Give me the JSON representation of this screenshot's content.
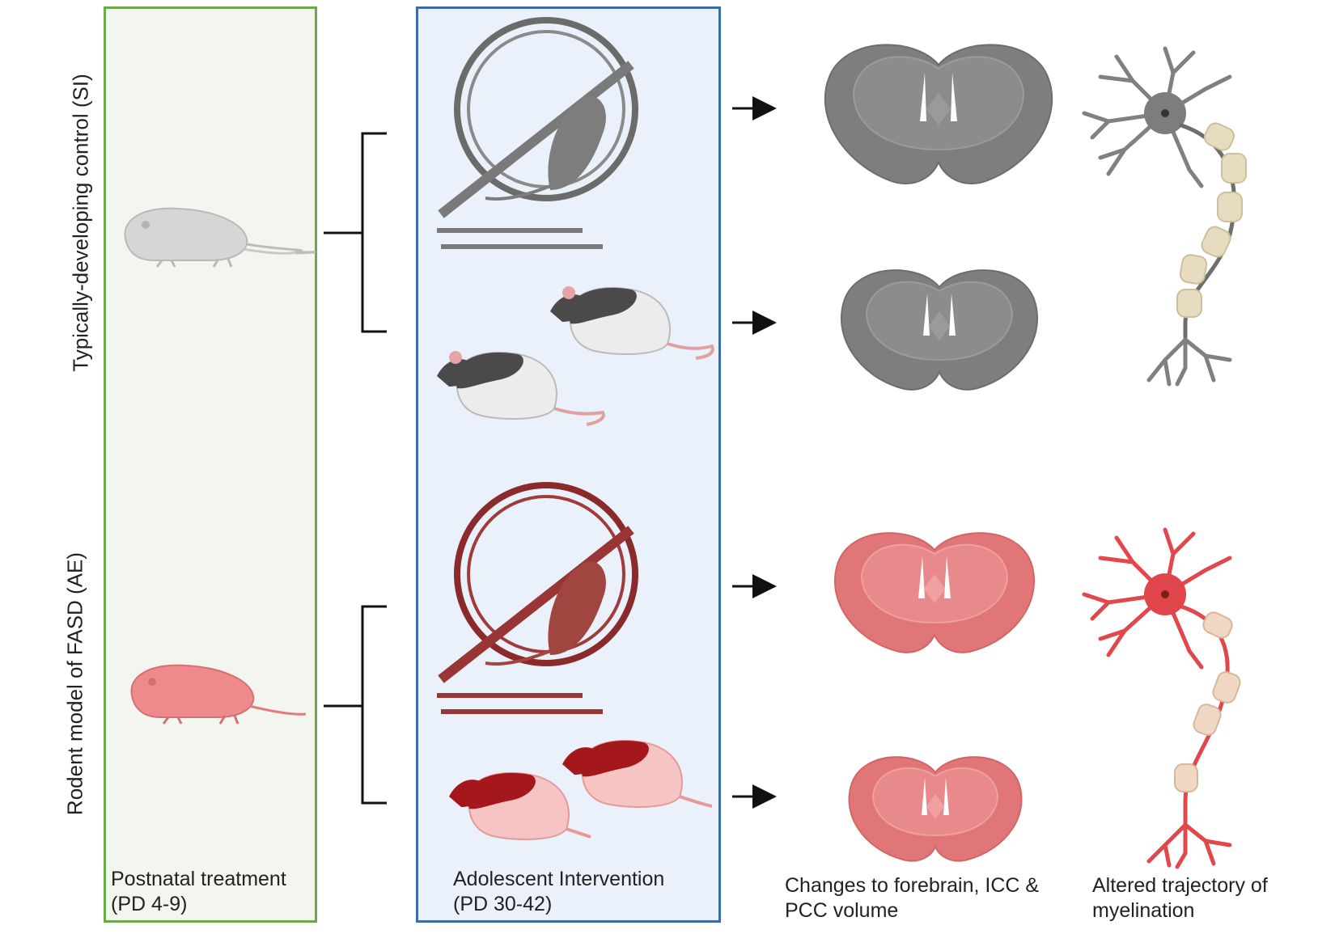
{
  "groups": {
    "control_label": "Typically-developing control (SI)",
    "fasd_label": "Rodent model of FASD (AE)"
  },
  "stages": {
    "postnatal_line1": "Postnatal treatment",
    "postnatal_line2": "(PD 4-9)",
    "adolescent_line1": "Adolescent Intervention",
    "adolescent_line2": "(PD 30-42)",
    "brain_line1": "Changes to forebrain, ICC &",
    "brain_line2": "PCC volume",
    "myelin_line1": "Altered trajectory of",
    "myelin_line2": "myelination"
  },
  "colors": {
    "control_gray": "#8c8c8c",
    "fasd_red": "#d9545a",
    "fasd_pink": "#f0a3a5",
    "panel_green_border": "#6aaa4a",
    "panel_blue_border": "#3e6aa8"
  },
  "icons": [
    "pup-icon",
    "running-wheel-icon",
    "rat-icon",
    "brain-section-icon",
    "neuron-icon",
    "arrow-icon"
  ]
}
